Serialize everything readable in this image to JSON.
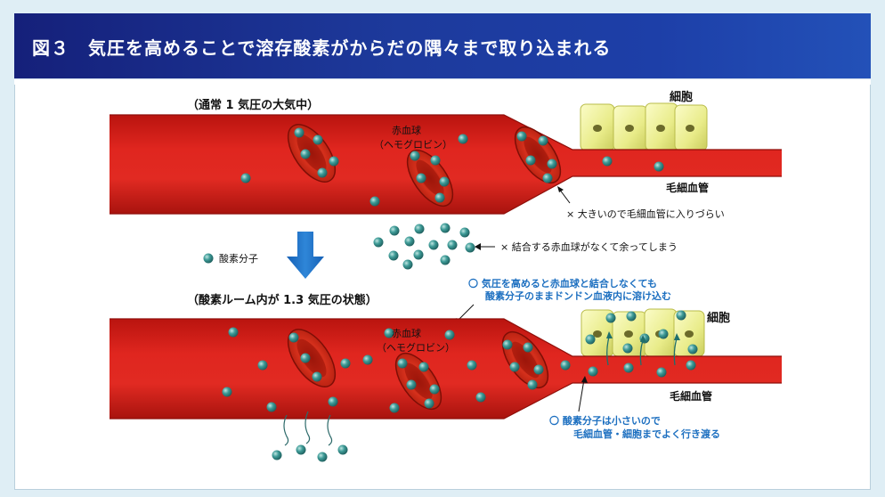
{
  "title": "図３　気圧を高めることで溶存酸素がからだの隅々まで取り込まれる",
  "colors": {
    "header": "#1d3a9c",
    "vessel": "#d9201c",
    "vessel_dark": "#a51510",
    "rbc": "#c82312",
    "oxygen": "#2f8a88",
    "cell": "#eef09a",
    "blue_text": "#1c6fc0",
    "arrow": "#1e73c8"
  },
  "top": {
    "heading": "（通常 1 気圧の大気中）",
    "rbc_label_1": "赤血球",
    "rbc_label_2": "（ヘモグロビン）",
    "cell_label": "細胞",
    "capillary_label": "毛細血管",
    "note_capillary": "× 大きいので毛細血管に入りづらい",
    "note_excess": "× 結合する赤血球がなくて余ってしまう"
  },
  "legend": {
    "oxygen": "酸素分子",
    "icon": "oxygen-molecule-icon"
  },
  "bottom": {
    "heading": "（酸素ルーム内が 1.3 気圧の状態）",
    "rbc_label_1": "赤血球",
    "rbc_label_2": "（ヘモグロビン）",
    "cell_label": "細胞",
    "capillary_label": "毛細血管",
    "note_dissolve_1": "〇 気圧を高めると赤血球と結合しなくても",
    "note_dissolve_2": "酸素分子のままドンドン血液内に溶け込む",
    "note_small_1": "〇 酸素分子は小さいので",
    "note_small_2": "毛細血管・細胞までよく行き渡る"
  }
}
